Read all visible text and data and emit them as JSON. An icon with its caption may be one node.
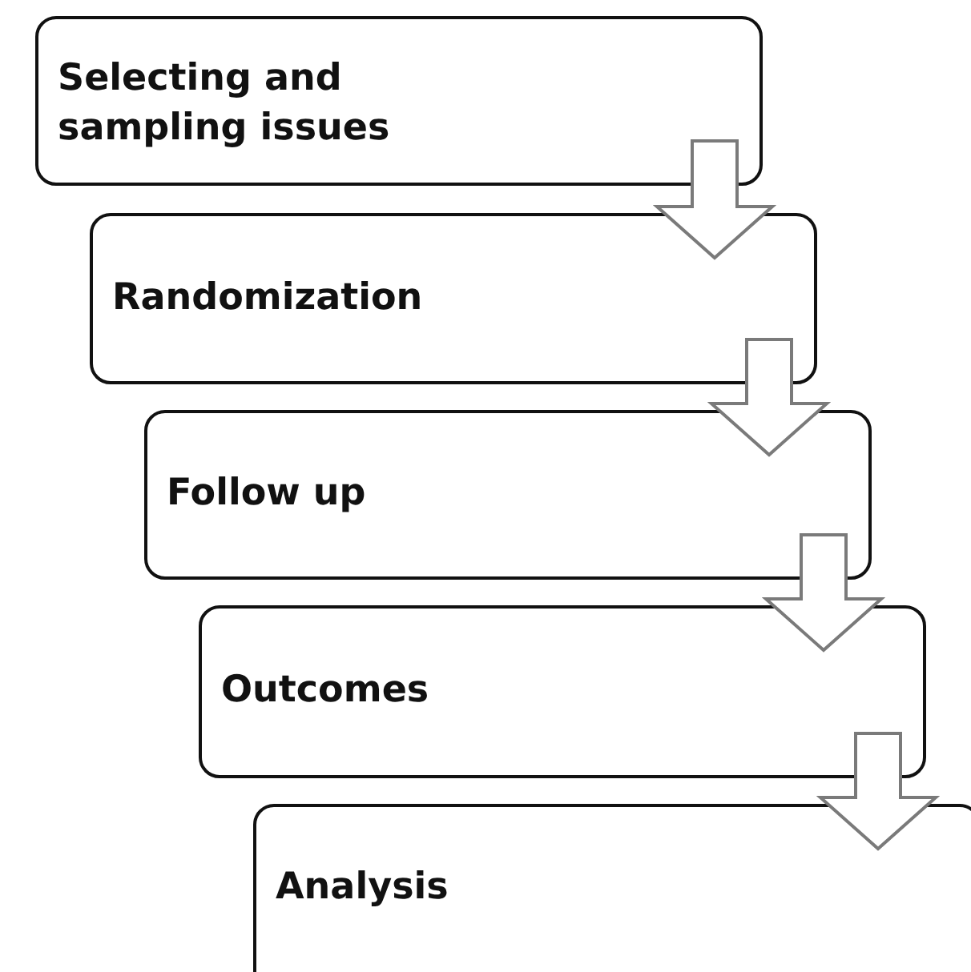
{
  "diagram": {
    "nodes": [
      {
        "text": [
          "Selecting and sampling issues"
        ]
      },
      {
        "text": [
          "Randomization"
        ]
      },
      {
        "text": [
          "Follow up"
        ]
      },
      {
        "text": [
          "Outcomes"
        ]
      },
      {
        "text": [
          "Analysis"
        ]
      }
    ],
    "edges": [
      {
        "from": 0,
        "to": 1,
        "arrow": "to"
      },
      {
        "from": 1,
        "to": 2,
        "arrow": "to"
      },
      {
        "from": 2,
        "to": 3,
        "arrow": "to"
      },
      {
        "from": 3,
        "to": 4,
        "arrow": "to"
      }
    ]
  }
}
